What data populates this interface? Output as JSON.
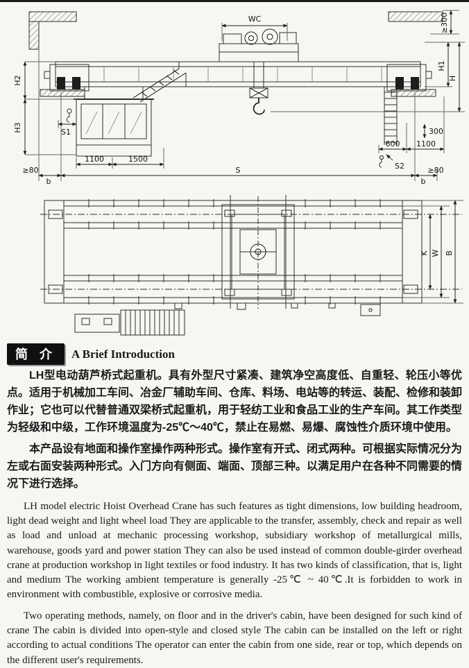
{
  "colors": {
    "paper": "#f7f6f2",
    "ink": "#1a1a1a",
    "badge_bg": "#101010",
    "badge_text": "#ffffff",
    "line": "#2d2d2d"
  },
  "elevation": {
    "labels": {
      "wc": "WC",
      "clearance_top": "≥300",
      "h1": "H1",
      "h": "H",
      "h2": "H2",
      "h3": "H3",
      "s1": "S1",
      "s2": "S2",
      "s": "S",
      "cab_1100": "1100",
      "cab_1500": "1500",
      "right_300": "300",
      "right_600": "600",
      "right_1100": "1100",
      "left_80": "≥80",
      "right_80": "≥80",
      "b_left": "b",
      "b_right": "b"
    }
  },
  "plan": {
    "labels": {
      "k": "K",
      "w": "W",
      "b": "B"
    }
  },
  "intro": {
    "heading_zh": "简 介",
    "heading_en": "A Brief Introduction",
    "zh_para1": "LH型电动葫芦桥式起重机。具有外型尺寸紧凑、建筑净空高度低、自重轻、轮压小等优点。适用于机械加工车间、冶金厂辅助车间、仓库、料场、电站等的转运、装配、检修和装卸作业；它也可以代替普通双梁桥式起重机，用于轻纺工业和食品工业的生产车间。其工作类型为轻级和中级，工作环境温度为-25℃～40℃，禁止在易燃、易爆、腐蚀性介质环境中使用。",
    "zh_para2": "本产品设有地面和操作室操作两种形式。操作室有开式、闭式两种。可根据实际情况分为左或右面安装两种形式。入门方向有侧面、端面、顶部三种。以满足用户在各种不同需要的情况下进行选择。",
    "en_para1": "LH model electric Hoist Overhead Crane has such features as tight dimensions, low building headroom, light dead weight and light wheel load They are applicable to the transfer, assembly, check and repair as well as load and unload at mechanic processing workshop, subsidiary workshop of metallurgical mills, warehouse, goods yard and power station They can also be used instead of common double-girder overhead crane at production workshop in light textiles or food industry. It has two kinds of classification, that is, light and medium The working ambient temperature is generally -25℃ ~ 40℃.It is forbidden to work in environment with combustible, explosive or corrosive media.",
    "en_para2": "Two operating methods, namely, on floor and in the driver's cabin, have been designed for such kind of crane The cabin is divided into open-style and closed style The cabin can be installed on the left or right according to actual conditions The operator can enter the cabin from one side, rear or top, which depends on the different user's requirements."
  }
}
